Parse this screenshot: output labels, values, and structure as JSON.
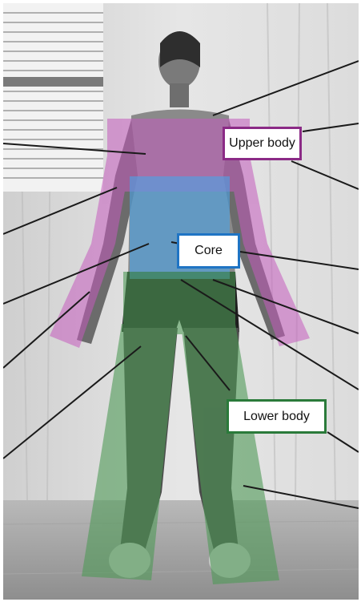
{
  "image": {
    "description_free": true,
    "labels": {
      "upper_body": "Upper body",
      "core": "Core",
      "lower_body": "Lower body"
    },
    "colors": {
      "upper_body_fill": "#c45bbd",
      "upper_body_border": "#8b2a86",
      "core_fill": "#4aa3e8",
      "core_border": "#1f74c4",
      "lower_body_fill": "#4f9a57",
      "lower_body_border": "#2a7a3a",
      "pointer_line": "#1a1a1a"
    }
  }
}
